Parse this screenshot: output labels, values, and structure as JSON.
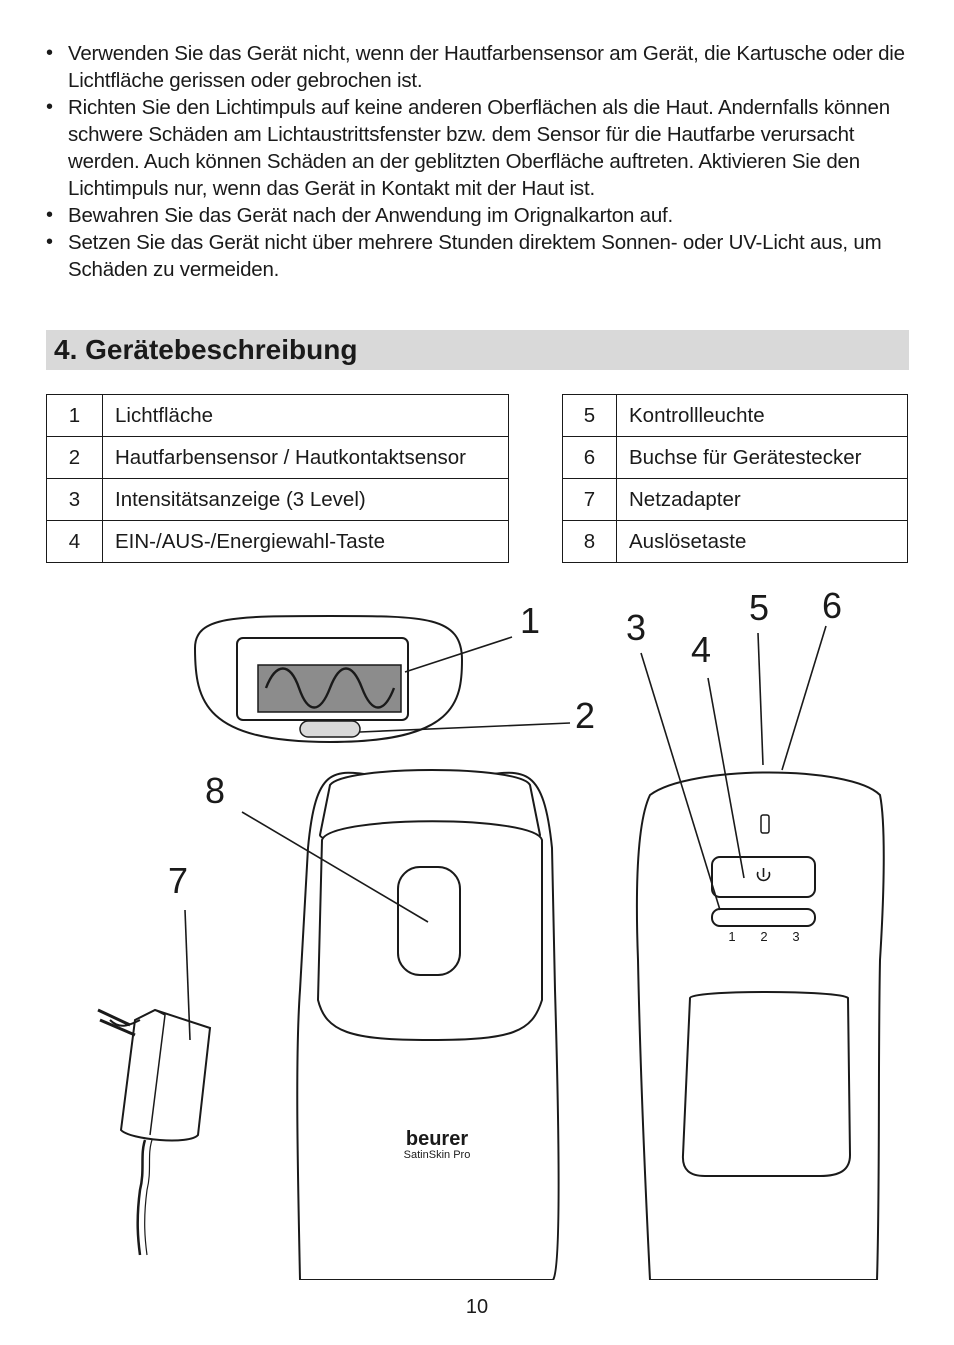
{
  "bullets": [
    "Verwenden Sie das Gerät nicht, wenn der Hautfarbensensor am Gerät, die Kartusche oder die Lichtfläche gerissen oder gebrochen ist.",
    "Richten Sie den Lichtimpuls auf keine anderen Oberflächen als die Haut. Andernfalls kön­nen schwere Schäden am Lichtaustrittsfenster bzw. dem Sensor für die Hautfarbe verur­sacht werden. Auch können Schäden an der geblitzten Oberfläche auftreten. Aktivieren Sie den Lichtimpuls nur, wenn das Gerät in Kontakt mit der Haut ist.",
    "Bewahren Sie das Gerät nach der Anwendung im Orignalkarton auf.",
    "Setzen Sie das Gerät nicht über mehrere Stunden direktem Sonnen- oder UV-Licht aus, um Schäden zu vermeiden."
  ],
  "bullet_symbol": "•",
  "section": {
    "title": "4. Gerätebeschreibung"
  },
  "parts_left": [
    {
      "num": "1",
      "label": "Lichtfläche"
    },
    {
      "num": "2",
      "label": "Hautfarbensensor / Hautkontaktsensor"
    },
    {
      "num": "3",
      "label": "Intensitätsanzeige (3 Level)"
    },
    {
      "num": "4",
      "label": "EIN-/AUS-/Energiewahl-Taste"
    }
  ],
  "parts_right": [
    {
      "num": "5",
      "label": "Kontrollleuchte"
    },
    {
      "num": "6",
      "label": "Buchse für Gerätestecker"
    },
    {
      "num": "7",
      "label": "Netzadapter"
    },
    {
      "num": "8",
      "label": "Auslösetaste"
    }
  ],
  "diagram": {
    "callouts": [
      "1",
      "2",
      "3",
      "4",
      "5",
      "6",
      "7",
      "8"
    ],
    "brand": "beurer",
    "model": "SatinSkin Pro",
    "level_labels": [
      "1",
      "2",
      "3"
    ]
  },
  "page_number": "10"
}
